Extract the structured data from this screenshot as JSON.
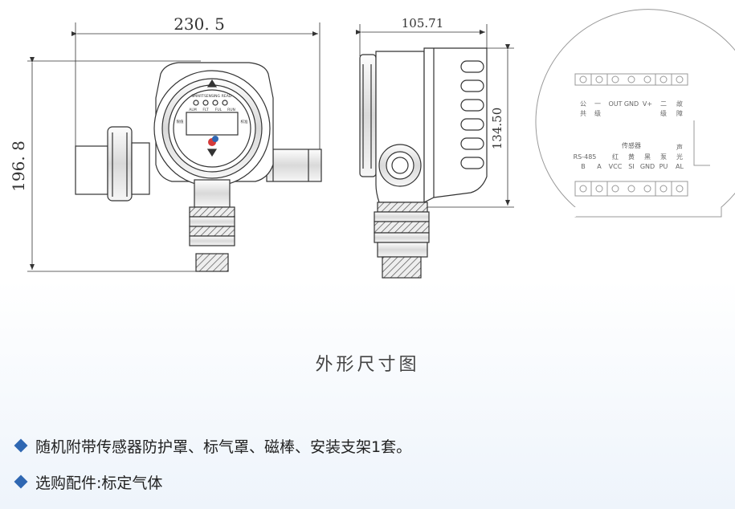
{
  "dimensions": {
    "front_width": "230. 5",
    "front_height": "196. 8",
    "side_width": "105.71",
    "side_height": "134.50"
  },
  "device_panel": {
    "indicators": [
      "SMART",
      "SENSING",
      "READ"
    ],
    "indicator_sub": [
      "ALM",
      "FLT",
      "FUL",
      "RUN"
    ],
    "side_left": "限值",
    "side_right": "校准"
  },
  "wiring": {
    "top_labels": [
      [
        "公",
        "共"
      ],
      [
        "一",
        "级"
      ],
      [
        "OUT"
      ],
      [
        "GND"
      ],
      [
        "V+"
      ],
      [
        "二",
        "级"
      ],
      [
        "故",
        "障"
      ]
    ],
    "sensor_title": "传感器",
    "bottom_labels": [
      [
        "RS-485",
        "B"
      ],
      [
        "A"
      ],
      [
        "红",
        "VCC"
      ],
      [
        "黄",
        "SI"
      ],
      [
        "黑",
        "GND"
      ],
      [
        "泵",
        "PU"
      ],
      [
        "声",
        "光",
        "AL"
      ]
    ]
  },
  "caption": "外形尺寸图",
  "notes": [
    "随机附带传感器防护罩、标气罩、磁棒、安装支架1套。",
    "选购配件:标定气体"
  ],
  "colors": {
    "bullet": "#2f67b2",
    "line": "#333333"
  }
}
